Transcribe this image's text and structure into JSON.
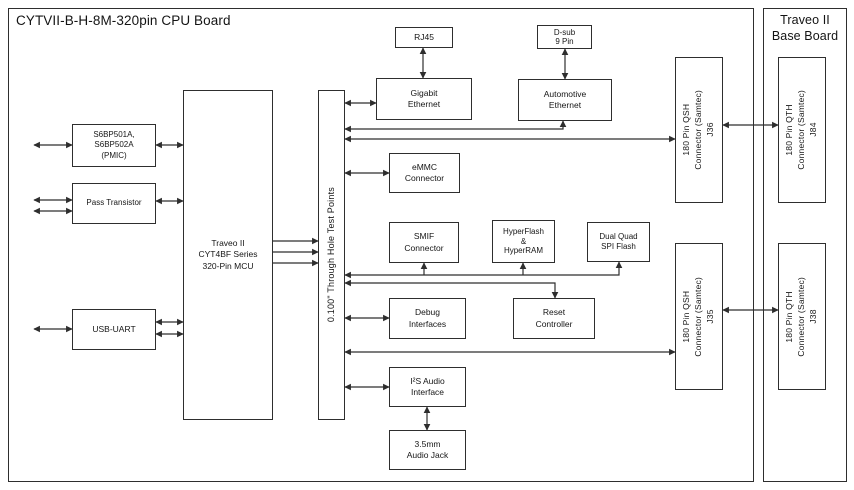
{
  "cpu_board": {
    "title": "CYTVII-B-H-8M-320pin CPU Board"
  },
  "base_board": {
    "title": "Traveo II\nBase Board"
  },
  "boxes": {
    "pmic": {
      "label": "S6BP501A,\nS6BP502A\n(PMIC)"
    },
    "pass_transistor": {
      "label": "Pass Transistor"
    },
    "usb_uart": {
      "label": "USB-UART"
    },
    "mcu": {
      "label": "Traveo II\nCYT4BF Series\n320-Pin MCU"
    },
    "test_points": {
      "label": "0.100\" Through Hole Test Points"
    },
    "rj45": {
      "label": "RJ45"
    },
    "dsub": {
      "label": "D-sub\n9 Pin"
    },
    "gigabit_ethernet": {
      "label": "Gigabit\nEthernet"
    },
    "automotive_ethernet": {
      "label": "Automotive\nEthernet"
    },
    "emmc": {
      "label": "eMMC\nConnector"
    },
    "smif": {
      "label": "SMIF\nConnector"
    },
    "hyperflash": {
      "label": "HyperFlash\n&\nHyperRAM"
    },
    "dual_quad": {
      "label": "Dual Quad\nSPI Flash"
    },
    "debug": {
      "label": "Debug\nInterfaces"
    },
    "reset": {
      "label": "Reset\nController"
    },
    "i2s": {
      "label": "I²S Audio\nInterface"
    },
    "audio_jack": {
      "label": "3.5mm\nAudio Jack"
    },
    "j36": {
      "label": "180 Pin QSH\nConnector (Samtec)\nJ36"
    },
    "j35": {
      "label": "180 Pin QSH\nConnector (Samtec)\nJ35"
    },
    "j84": {
      "label": "180 Pin QTH\nConnector (Samtec)\nJ84"
    },
    "j38": {
      "label": "180 Pin QTH\nConnector (Samtec)\nJ38"
    }
  },
  "colors": {
    "line": "#2e2e2e",
    "background": "#ffffff",
    "text": "#161616"
  }
}
